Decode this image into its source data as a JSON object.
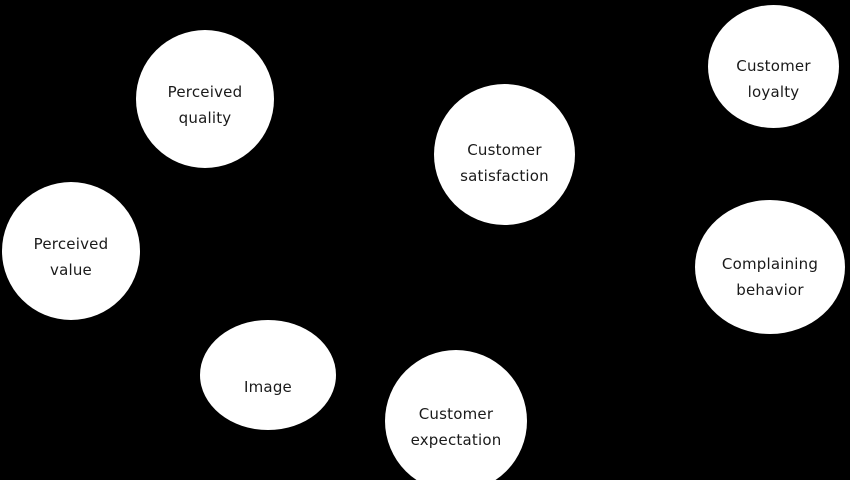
{
  "diagram": {
    "background_color": "#000000",
    "node_fill_color": "#ffffff",
    "node_text_color": "#1a1a1a",
    "nodes": [
      {
        "id": "perceived-quality",
        "label": "Perceived\nquality"
      },
      {
        "id": "perceived-value",
        "label": "Perceived\nvalue"
      },
      {
        "id": "customer-satisfaction",
        "label": "Customer\nsatisfaction"
      },
      {
        "id": "customer-loyalty",
        "label": "Customer\nloyalty"
      },
      {
        "id": "complaining-behavior",
        "label": "Complaining\nbehavior"
      },
      {
        "id": "image",
        "label": "Image"
      },
      {
        "id": "customer-expectation",
        "label": "Customer\nexpectation"
      }
    ]
  }
}
